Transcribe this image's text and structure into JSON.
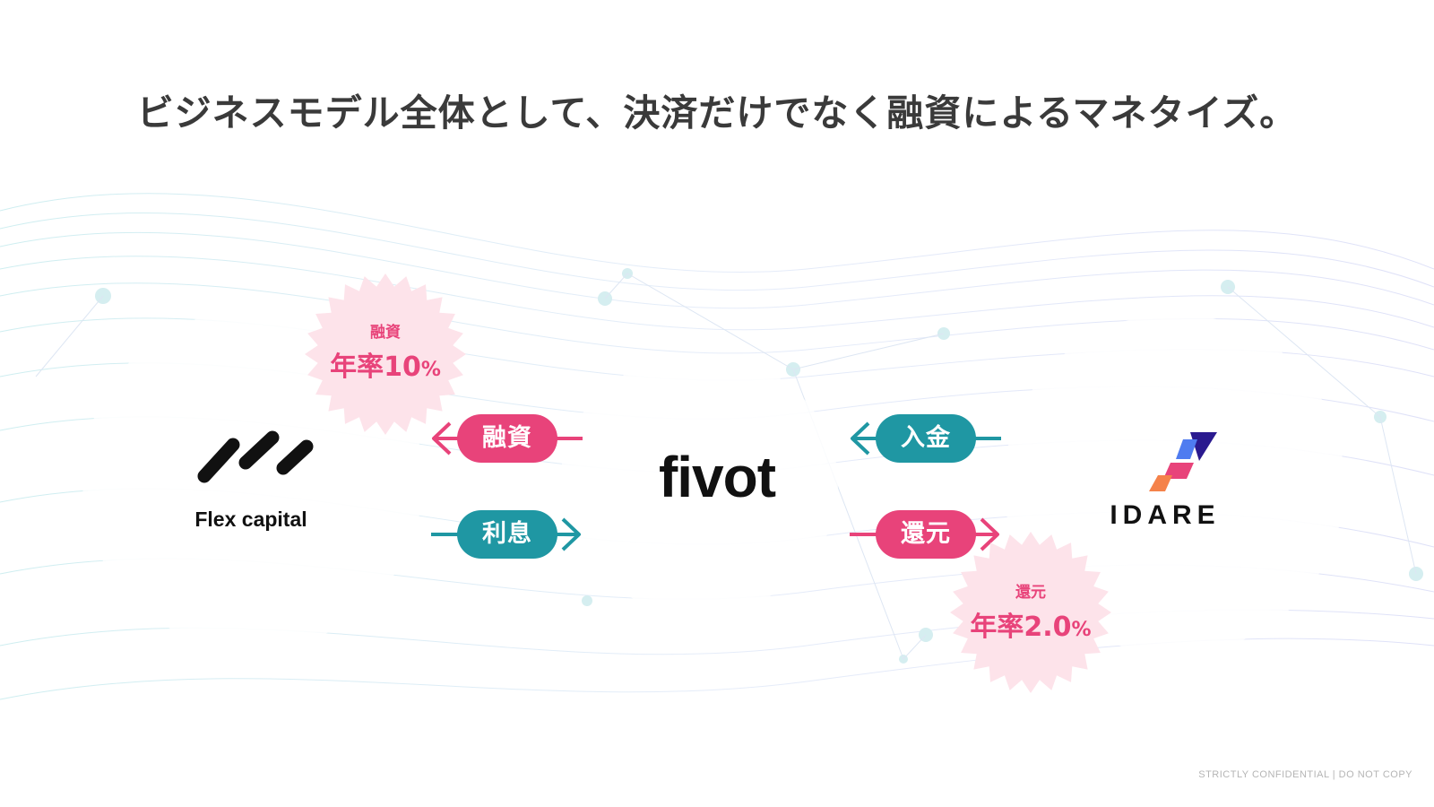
{
  "title": "ビジネスモデル全体として、決済だけでなく融資によるマネタイズ。",
  "colors": {
    "accent_pink": "#e8437a",
    "accent_teal": "#1f97a3",
    "badge_fill": "#fde3ea"
  },
  "entities": {
    "flex": {
      "name": "Flex capital",
      "icon": "flex-capital-logo"
    },
    "fivot": {
      "name": "fivot"
    },
    "idare": {
      "name": "IDARE",
      "icon": "idare-logo"
    }
  },
  "flows": {
    "loan": "融資",
    "interest": "利息",
    "deposit": "入金",
    "return": "還元"
  },
  "badges": {
    "loan_rate": {
      "label": "融資",
      "value": "年率10",
      "unit": "%"
    },
    "return_rate": {
      "label": "還元",
      "value": "年率2.0",
      "unit": "%"
    }
  },
  "footer": "STRICTLY CONFIDENTIAL | DO NOT COPY"
}
